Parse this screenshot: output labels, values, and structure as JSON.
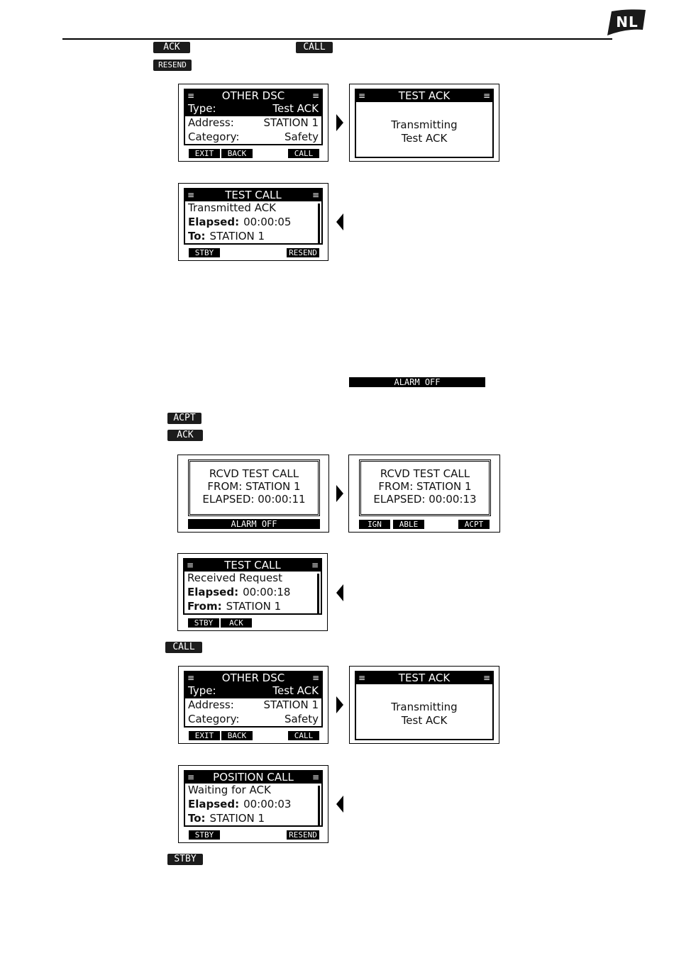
{
  "page": {
    "badge": "NL"
  },
  "keys": {
    "ack": "ACK",
    "call": "CALL",
    "resend": "RESEND",
    "alarm_off": "ALARM OFF",
    "acpt": "ACPT",
    "ack2": "ACK",
    "call2": "CALL",
    "stby": "STBY"
  },
  "screens": {
    "s1": {
      "title": "OTHER DSC",
      "rows": [
        {
          "label": "Type:",
          "value": "Test ACK"
        },
        {
          "label": "Address:",
          "value": "STATION 1"
        },
        {
          "label": "Category:",
          "value": "Safety"
        }
      ],
      "softkeys": [
        "EXIT",
        "BACK",
        "CALL"
      ]
    },
    "s2": {
      "title": "TEST ACK",
      "line1": "Transmitting",
      "line2": "Test ACK"
    },
    "s3": {
      "title": "TEST CALL",
      "line1": "Transmitted ACK",
      "elapsed_label": "Elapsed:",
      "elapsed": "00:00:05",
      "to_label": "To:",
      "to": "STATION 1",
      "softkeys": [
        "STBY",
        "RESEND"
      ]
    },
    "s4": {
      "line1": "RCVD TEST CALL",
      "line2": "FROM: STATION 1",
      "line3": "ELAPSED: 00:00:11",
      "bar": "ALARM OFF"
    },
    "s5": {
      "line1": "RCVD TEST CALL",
      "line2": "FROM: STATION 1",
      "line3": "ELAPSED: 00:00:13",
      "softkeys": [
        "IGN",
        "ABLE",
        "ACPT"
      ]
    },
    "s6": {
      "title": "TEST CALL",
      "line1": "Received Request",
      "elapsed_label": "Elapsed:",
      "elapsed": "00:00:18",
      "from_label": "From:",
      "from": "STATION 1",
      "softkeys": [
        "STBY",
        "ACK"
      ]
    },
    "s7": {
      "title": "OTHER DSC",
      "rows": [
        {
          "label": "Type:",
          "value": "Test ACK"
        },
        {
          "label": "Address:",
          "value": "STATION 1"
        },
        {
          "label": "Category:",
          "value": "Safety"
        }
      ],
      "softkeys": [
        "EXIT",
        "BACK",
        "CALL"
      ]
    },
    "s8": {
      "title": "TEST ACK",
      "line1": "Transmitting",
      "line2": "Test ACK"
    },
    "s9": {
      "title": "POSITION CALL",
      "line1": "Waiting for ACK",
      "elapsed_label": "Elapsed:",
      "elapsed": "00:00:03",
      "to_label": "To:",
      "to": "STATION 1",
      "softkeys": [
        "STBY",
        "RESEND"
      ]
    }
  }
}
